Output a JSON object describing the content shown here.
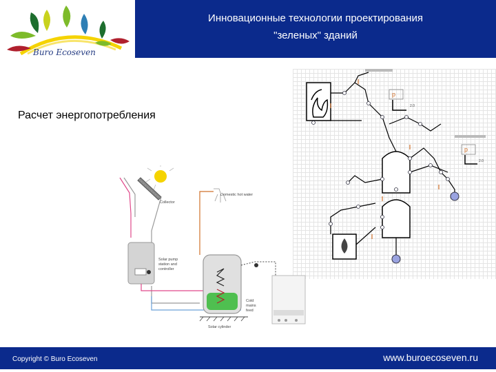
{
  "header": {
    "logo_text": "Buro Ecoseven",
    "title_line1": "Инновационные технологии проектирования",
    "title_line2": "\"зеленых\" зданий"
  },
  "main": {
    "subtitle": "Расчет энергопотребления",
    "diagram_labels": {
      "collector": "Collector",
      "domestic_hot_water": "Domestic hot water",
      "solar_pump_station": "Solar pump station and controller",
      "cold_mains_feed": "Cold mains feed",
      "solar_cylinder": "Solar cylinder"
    }
  },
  "footer": {
    "copyright": "Copyright © Buro Ecoseven",
    "website": "www.buroecoseven.ru"
  },
  "colors": {
    "brand_blue": "#0b2a8c",
    "sun_yellow": "#f5d300",
    "leaf_green": "#7dbb2a",
    "accent_red": "#b0202e"
  },
  "icons": [
    "logo-sun-icon",
    "logo-leaf-icon",
    "flame-icon",
    "water-drop-icon",
    "shower-icon",
    "boiler-icon"
  ]
}
